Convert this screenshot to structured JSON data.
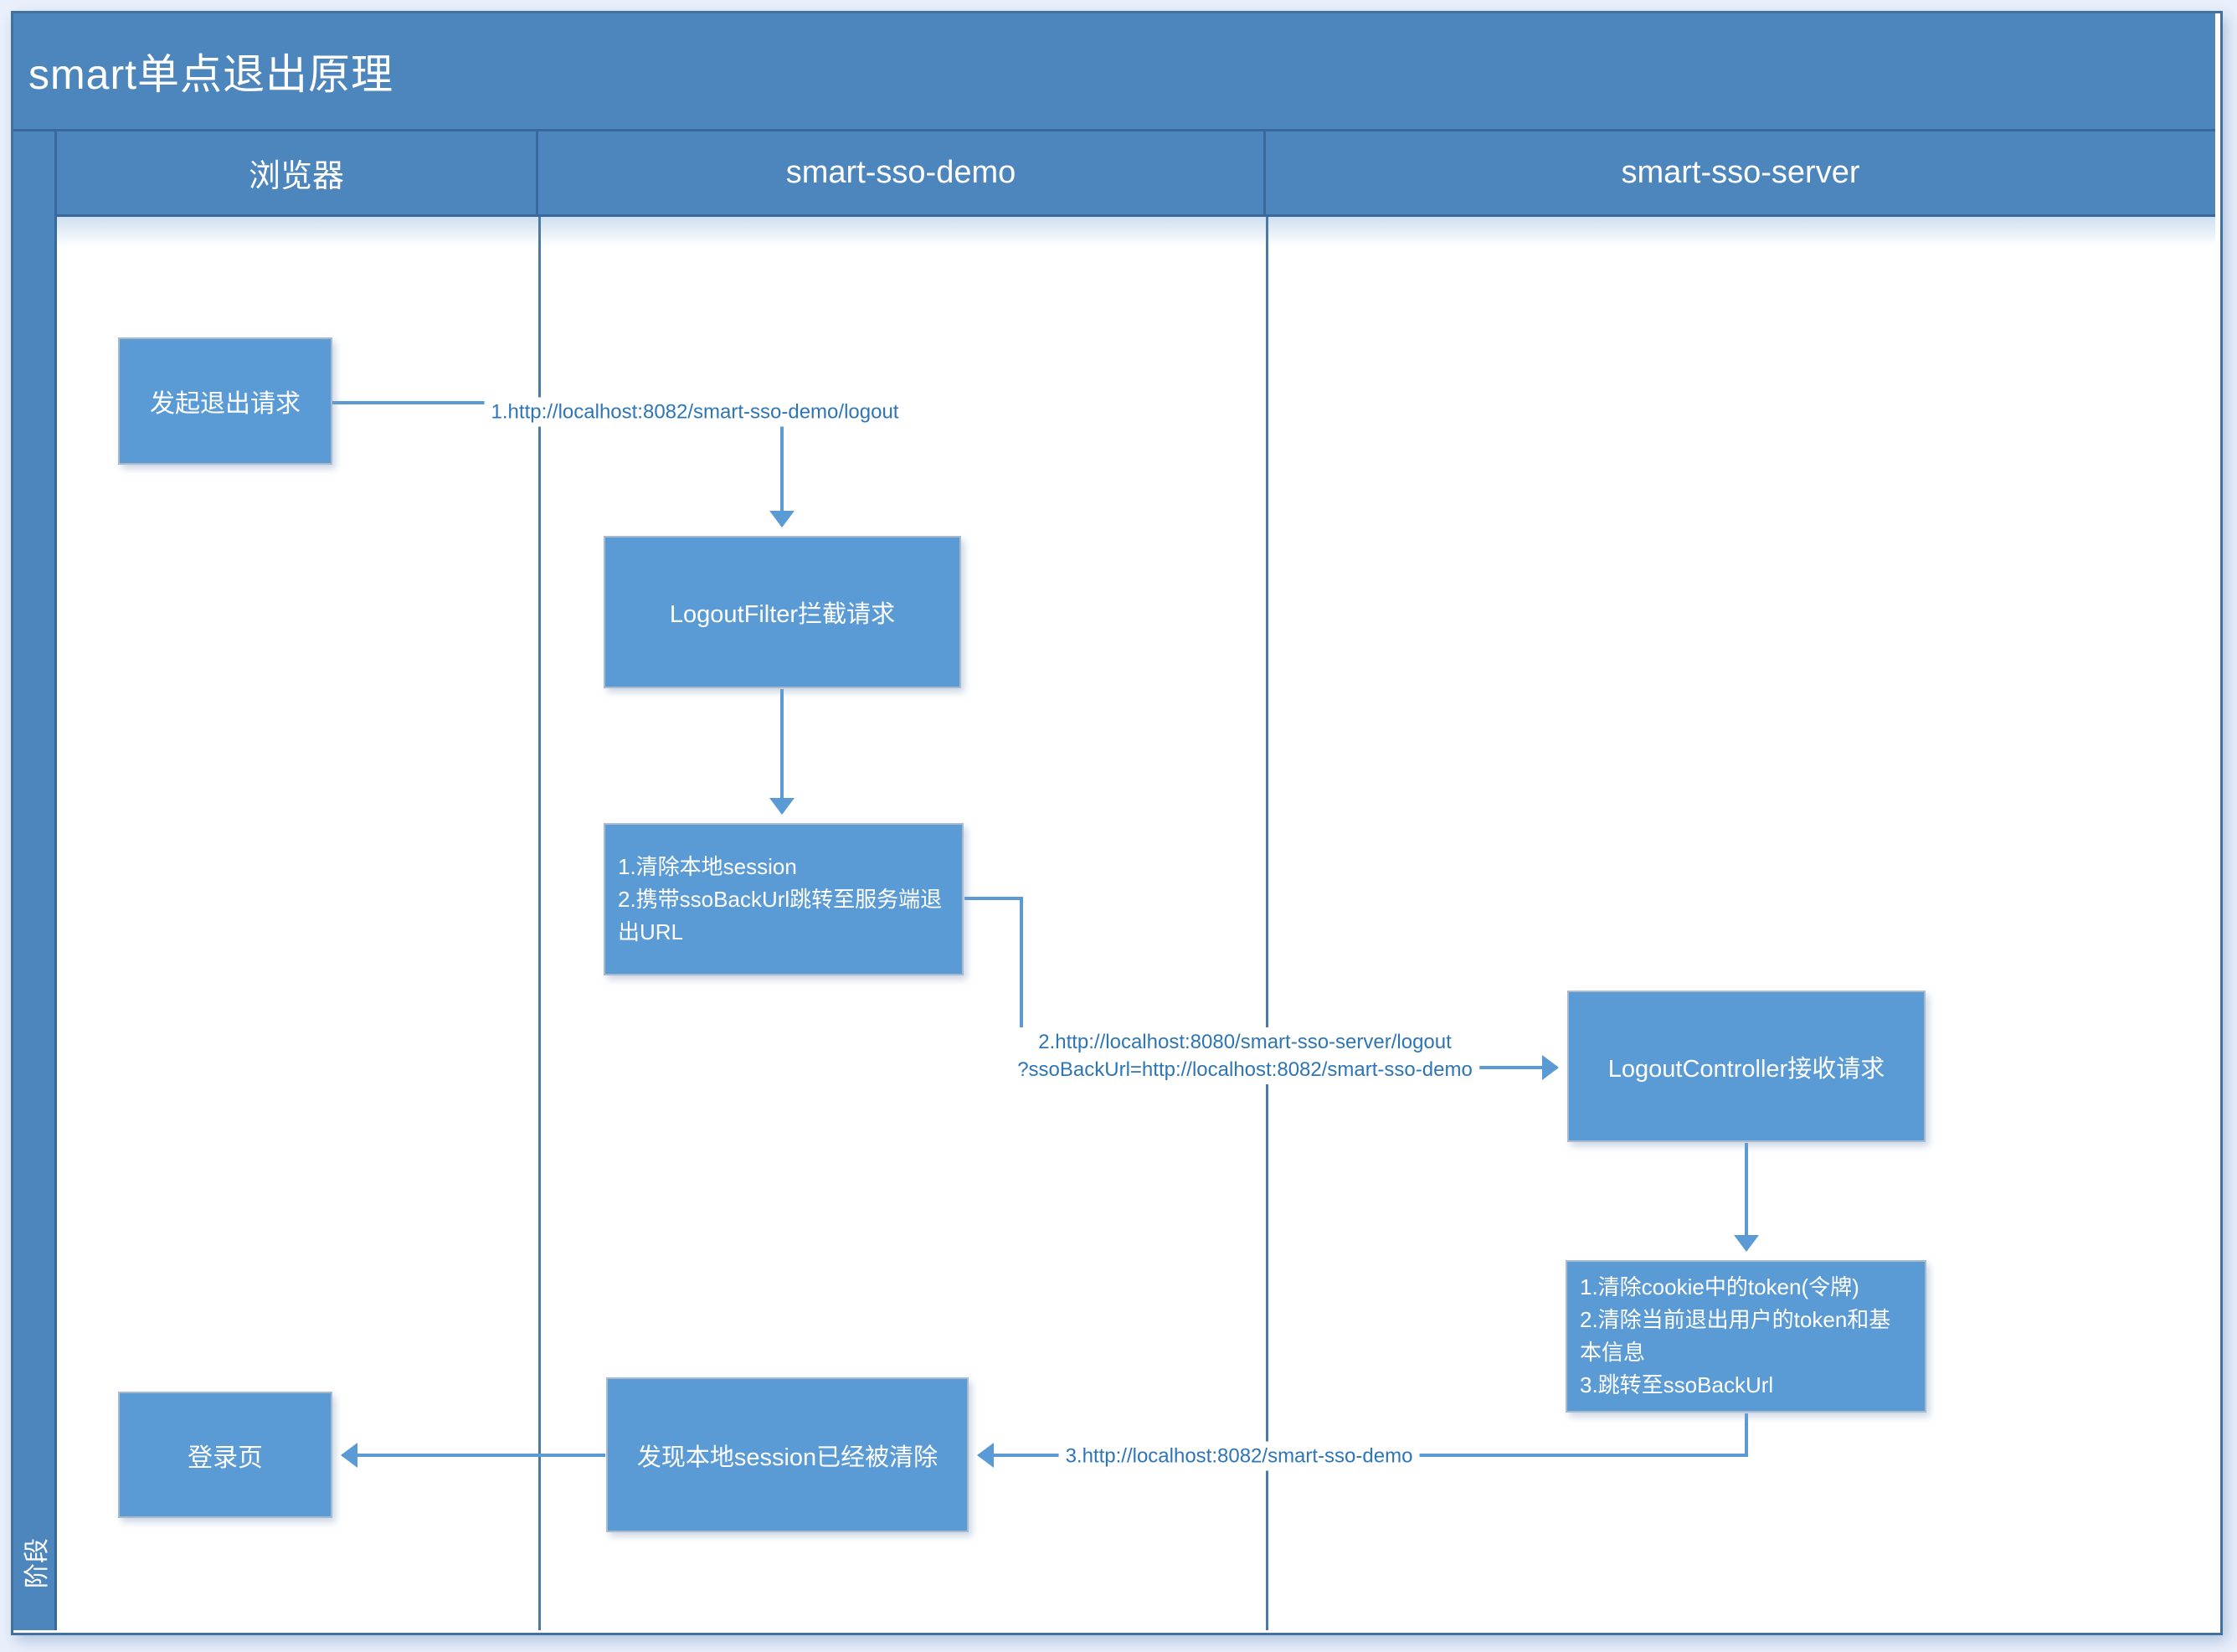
{
  "diagram": {
    "title": "smart单点退出原理",
    "phase_label": "阶段",
    "lanes": [
      {
        "label": "浏览器"
      },
      {
        "label": "smart-sso-demo"
      },
      {
        "label": "smart-sso-server"
      }
    ],
    "nodes": {
      "initiate_logout": "发起退出请求",
      "logout_filter": "LogoutFilter拦截请求",
      "clear_local_session": [
        "1.清除本地session",
        "2.携带ssoBackUrl跳转至服务端退出URL"
      ],
      "logout_controller": "LogoutController接收请求",
      "clear_token": [
        "1.清除cookie中的token(令牌)",
        "2.清除当前退出用户的token和基本信息",
        "3.跳转至ssoBackUrl"
      ],
      "login_page": "登录页",
      "session_already_cleared": "发现本地session已经被清除"
    },
    "edge_labels": {
      "step1": "1.http://localhost:8082/smart-sso-demo/logout",
      "step2": [
        "2.http://localhost:8080/smart-sso-server/logout",
        "?ssoBackUrl=http://localhost:8082/smart-sso-demo"
      ],
      "step3": "3.http://localhost:8082/smart-sso-demo"
    },
    "colors": {
      "band_blue": "#4d86bc",
      "band_border": "#3a679c",
      "node_fill": "#5b9bd5",
      "connector": "#5b9bd5",
      "label_text": "#2e75b6",
      "frame_border": "#41719c",
      "canvas_bg": "#eaf0fb"
    }
  }
}
